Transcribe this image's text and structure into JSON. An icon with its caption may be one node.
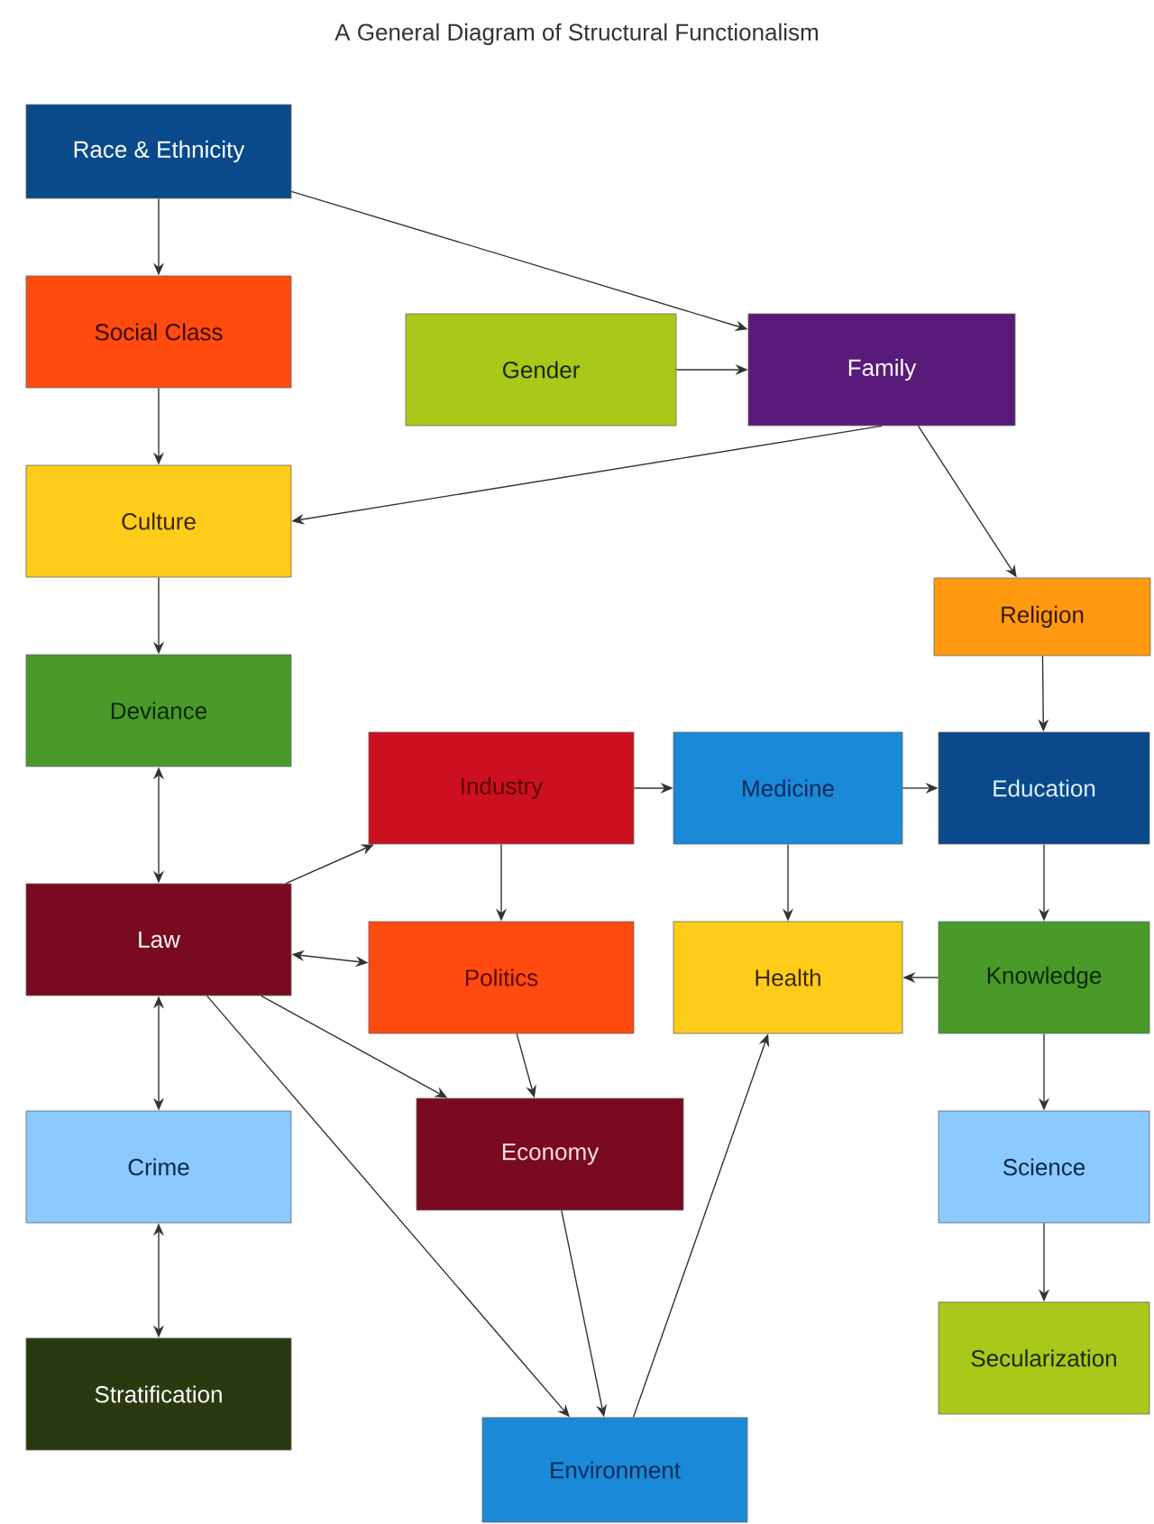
{
  "diagram": {
    "title": "A General Diagram of Structural Functionalism",
    "nodes": [
      {
        "text": [
          "Race & Ethnicity"
        ]
      },
      {
        "text": [
          "Social Class"
        ]
      },
      {
        "text": [
          "Gender"
        ]
      },
      {
        "text": [
          "Family"
        ]
      },
      {
        "text": [
          "Culture"
        ]
      },
      {
        "text": [
          "Religion"
        ]
      },
      {
        "text": [
          "Deviance"
        ]
      },
      {
        "text": [
          "Industry"
        ]
      },
      {
        "text": [
          "Medicine"
        ]
      },
      {
        "text": [
          "Education"
        ]
      },
      {
        "text": [
          "Law"
        ]
      },
      {
        "text": [
          "Politics"
        ]
      },
      {
        "text": [
          "Health"
        ]
      },
      {
        "text": [
          "Knowledge"
        ]
      },
      {
        "text": [
          "Economy"
        ]
      },
      {
        "text": [
          "Crime"
        ]
      },
      {
        "text": [
          "Science"
        ]
      },
      {
        "text": [
          "Secularization"
        ]
      },
      {
        "text": [
          "Stratification"
        ]
      },
      {
        "text": [
          "Environment"
        ]
      }
    ],
    "edges": [
      {
        "from": 0,
        "to": 1,
        "arrow": "to"
      },
      {
        "from": 0,
        "to": 3,
        "arrow": "to"
      },
      {
        "from": 2,
        "to": 3,
        "arrow": "to"
      },
      {
        "from": 1,
        "to": 4,
        "arrow": "to"
      },
      {
        "from": 3,
        "to": 4,
        "arrow": "to"
      },
      {
        "from": 3,
        "to": 5,
        "arrow": "to"
      },
      {
        "from": 4,
        "to": 6,
        "arrow": "to"
      },
      {
        "from": 6,
        "to": 10,
        "arrow": "both"
      },
      {
        "from": 10,
        "to": 7,
        "arrow": "to"
      },
      {
        "from": 10,
        "to": 11,
        "arrow": "both"
      },
      {
        "from": 10,
        "to": 14,
        "arrow": "to"
      },
      {
        "from": 10,
        "to": 19,
        "arrow": "to"
      },
      {
        "from": 10,
        "to": 15,
        "arrow": "both"
      },
      {
        "from": 15,
        "to": 18,
        "arrow": "both"
      },
      {
        "from": 7,
        "to": 8,
        "arrow": "to"
      },
      {
        "from": 7,
        "to": 11,
        "arrow": "to"
      },
      {
        "from": 8,
        "to": 9,
        "arrow": "to"
      },
      {
        "from": 8,
        "to": 12,
        "arrow": "to"
      },
      {
        "from": 5,
        "to": 9,
        "arrow": "to"
      },
      {
        "from": 9,
        "to": 13,
        "arrow": "to"
      },
      {
        "from": 13,
        "to": 12,
        "arrow": "to"
      },
      {
        "from": 13,
        "to": 16,
        "arrow": "to"
      },
      {
        "from": 16,
        "to": 17,
        "arrow": "to"
      },
      {
        "from": 11,
        "to": 14,
        "arrow": "to"
      },
      {
        "from": 14,
        "to": 19,
        "arrow": "to"
      },
      {
        "from": 19,
        "to": 12,
        "arrow": "to"
      }
    ]
  }
}
